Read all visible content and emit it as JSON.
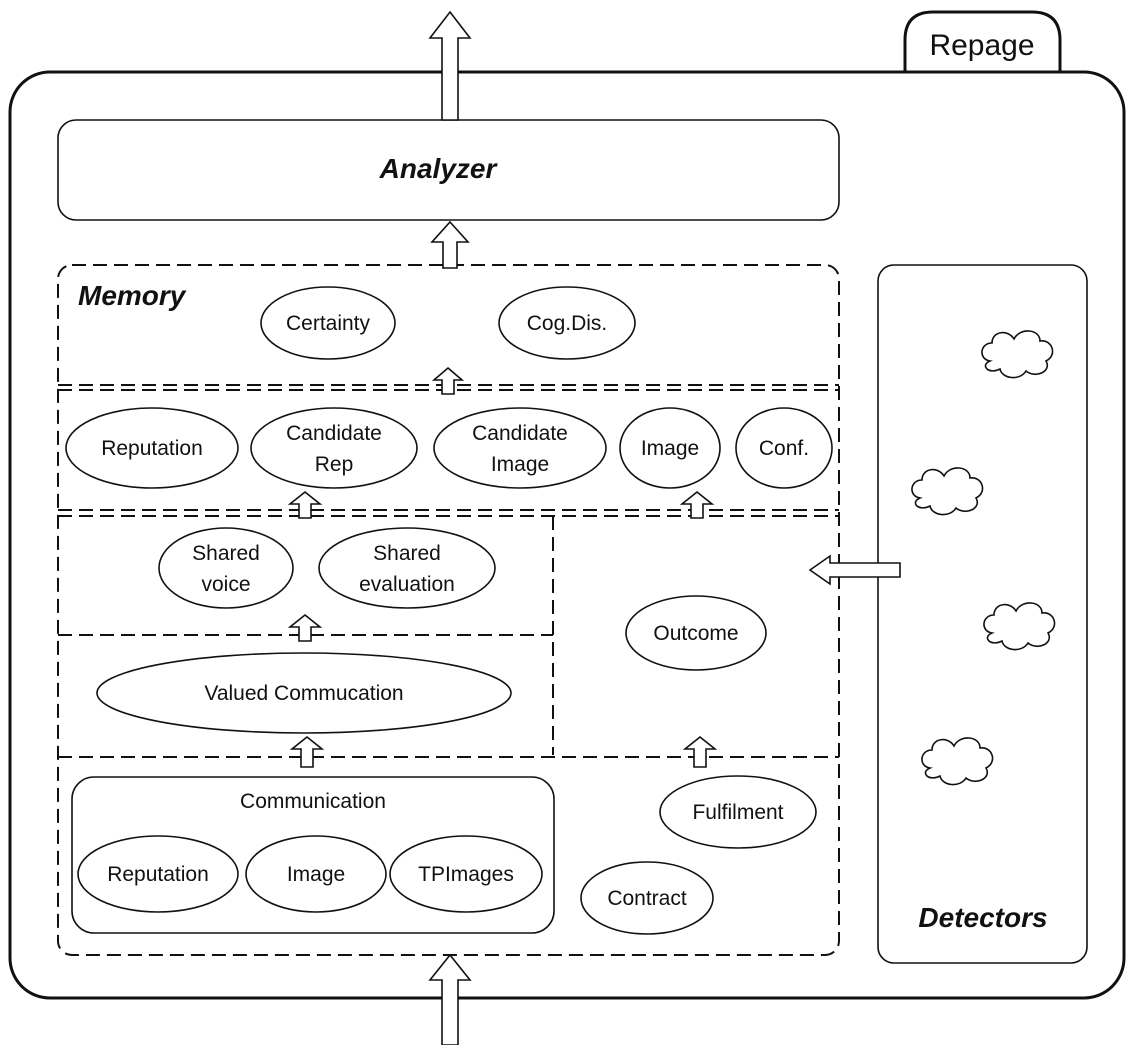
{
  "container": {
    "tab_label": "Repage"
  },
  "analyzer": {
    "label": "Analyzer"
  },
  "memory": {
    "label": "Memory",
    "top_level": {
      "certainty": "Certainty",
      "cog_dis": "Cog.Dis."
    },
    "evaluations": {
      "reputation": "Reputation",
      "candidate_rep": [
        "Candidate",
        "Rep"
      ],
      "candidate_image": [
        "Candidate",
        "Image"
      ],
      "image": "Image",
      "conf": "Conf."
    },
    "shared": {
      "shared_voice": [
        "Shared",
        "voice"
      ],
      "shared_evaluation": [
        "Shared",
        "evaluation"
      ]
    },
    "valued_communication": "Valued Commucation",
    "outcome": "Outcome",
    "communication": {
      "label": "Communication",
      "reputation": "Reputation",
      "image": "Image",
      "tpimages": "TPImages"
    },
    "fulfilment": "Fulfilment",
    "contract": "Contract"
  },
  "detectors": {
    "label": "Detectors"
  }
}
